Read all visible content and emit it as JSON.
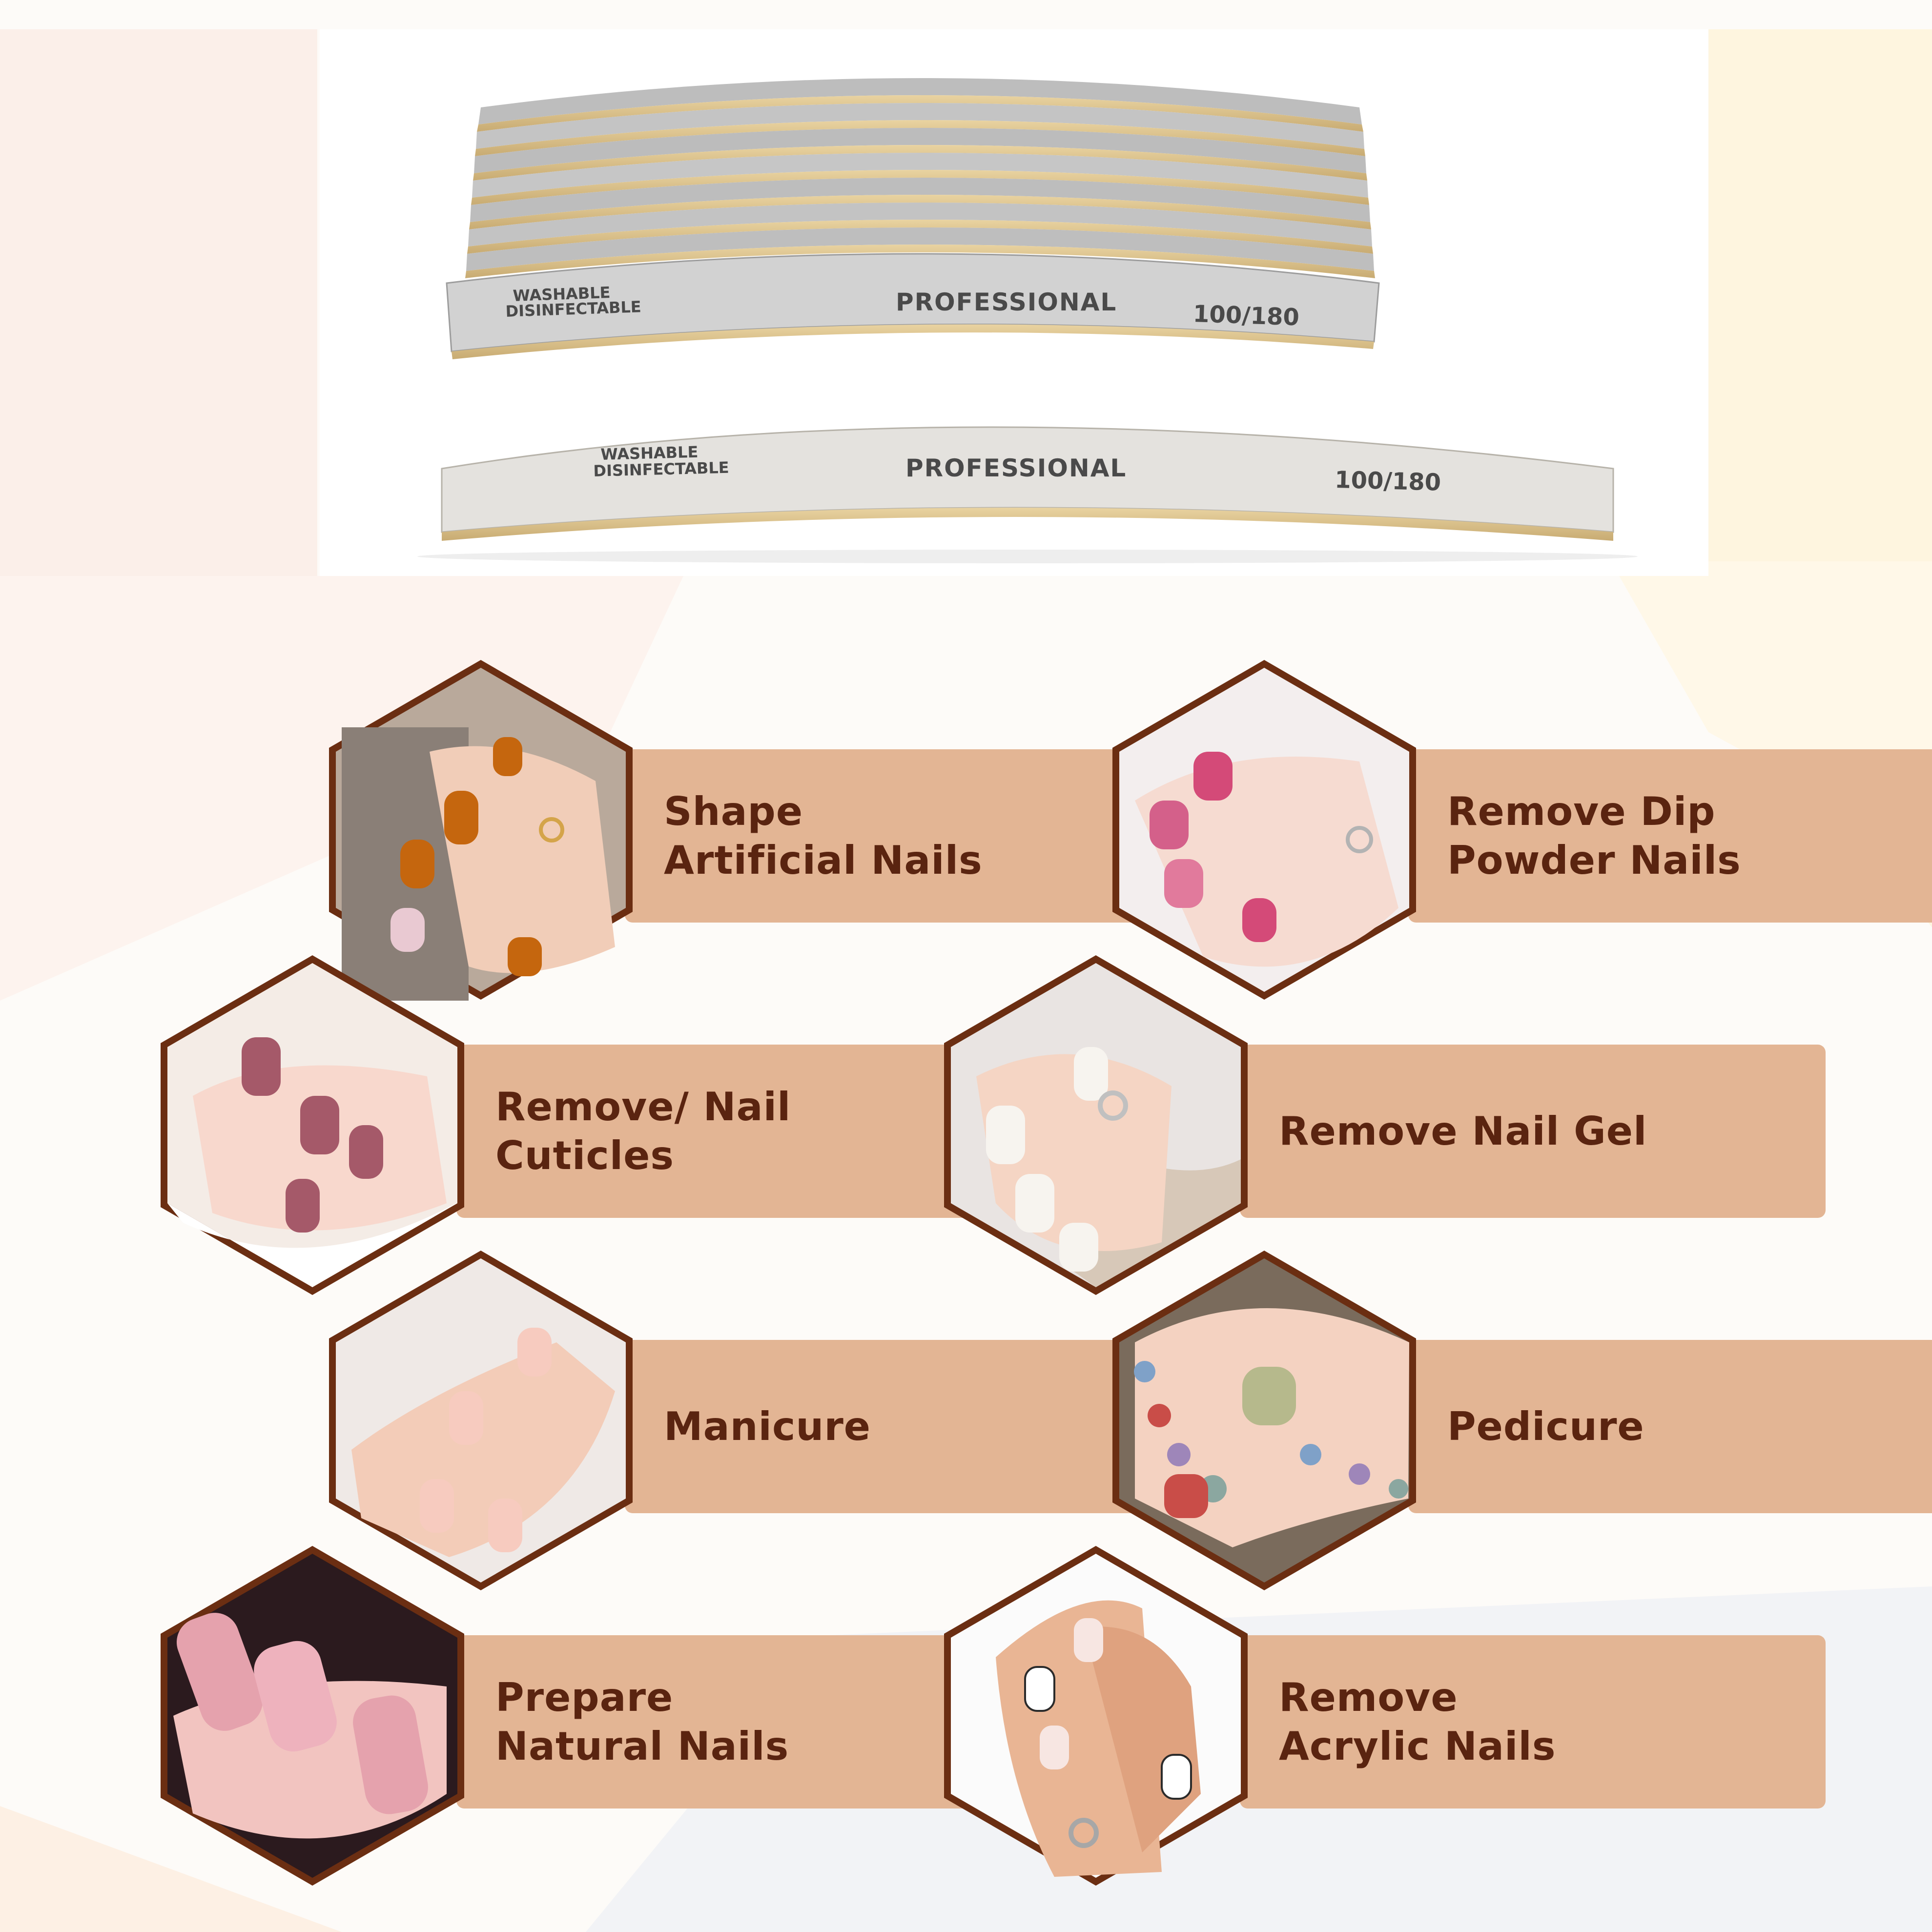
{
  "product": {
    "stack_lines": {
      "washable": "WASHABLE",
      "disinfectable": "DISINFECTABLE",
      "brand": "PROFESSIONAL",
      "grit": "100/180"
    },
    "single_file": {
      "washable": "WASHABLE",
      "disinfectable": "DISINFECTABLE",
      "brand": "PROFESSIONAL",
      "grit": "100/180"
    }
  },
  "features": [
    {
      "label": "Shape\nArtificial Nails",
      "photo": "hand-orange-nails"
    },
    {
      "label": "Remove Dip\nPowder Nails",
      "photo": "hand-pink-ombre-nails"
    },
    {
      "label": "Remove/ Nail\nCuticles",
      "photo": "hand-mauve-nails"
    },
    {
      "label": "Remove Nail Gel",
      "photo": "hand-white-nails"
    },
    {
      "label": "Manicure",
      "photo": "hands-nude-nails"
    },
    {
      "label": "Pedicure",
      "photo": "feet-pastel-toenails"
    },
    {
      "label": "Prepare\nNatural Nails",
      "photo": "hand-pink-glitter-nails"
    },
    {
      "label": "Remove\nAcrylic Nails",
      "photo": "hands-leopard-nails"
    }
  ],
  "colors": {
    "label_box": "#e3b594",
    "label_text": "#5a2410",
    "hex_border": "#6b2e12"
  }
}
